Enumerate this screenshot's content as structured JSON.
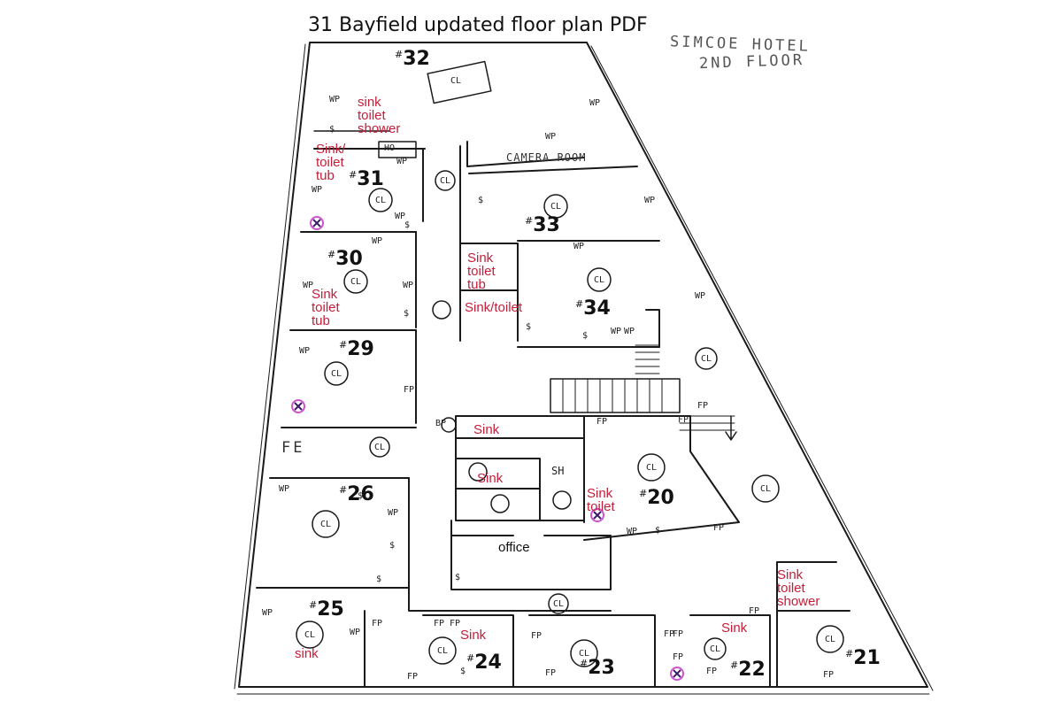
{
  "title": "31 Bayfield updated floor plan  PDF",
  "handwritten_heading": {
    "line1": "SIMCOE HOTEL",
    "line2": "2ND FLOOR"
  },
  "camera_room": "CAMERA ROOM",
  "rooms": [
    {
      "number": "32"
    },
    {
      "number": "31"
    },
    {
      "number": "33"
    },
    {
      "number": "30"
    },
    {
      "number": "34"
    },
    {
      "number": "29"
    },
    {
      "number": "26"
    },
    {
      "number": "20"
    },
    {
      "number": "25"
    },
    {
      "number": "24"
    },
    {
      "number": "23"
    },
    {
      "number": "22"
    },
    {
      "number": "21"
    }
  ],
  "room_number_prefix": "#",
  "fixture_notes": {
    "n32": [
      "sink",
      "toilet",
      "shower"
    ],
    "n31": [
      "Sink/",
      "toilet",
      "tub"
    ],
    "n33": [
      "Sink",
      "toilet",
      "tub"
    ],
    "n33b": "Sink/toilet",
    "n30": [
      "Sink",
      "toilet",
      "tub"
    ],
    "sink_a": "Sink",
    "sink_b": "Sink",
    "n20": [
      "Sink",
      "toilet"
    ],
    "n21": [
      "Sink",
      "toilet",
      "shower"
    ],
    "n25": "sink",
    "n24": "Sink",
    "n22": "Sink",
    "office": "office"
  },
  "symbols": {
    "closet": "CL",
    "wall_plate": "WP",
    "fireplace": "FP",
    "outlet": "$",
    "fire_extinguisher": "FE",
    "shower": "SH",
    "bp": "BP",
    "hot_water": "HO"
  },
  "colors": {
    "note": "#c41e3a",
    "line": "#1a1a1a",
    "marker": "#cc55cc"
  }
}
